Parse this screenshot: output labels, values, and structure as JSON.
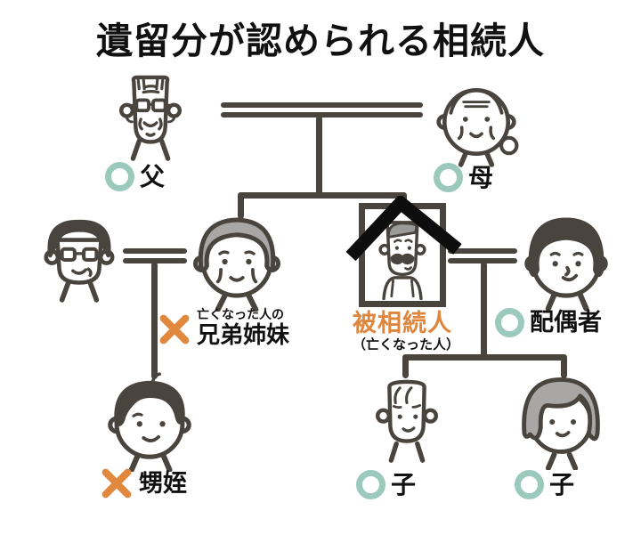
{
  "title": "遺留分が認められる相続人",
  "colors": {
    "outline": "#4a443e",
    "eligible_circle": "#9bcabc",
    "ineligible_x": "#e1883f",
    "deceased_label": "#e0863c",
    "hair_gray": "#a8a7a5",
    "mourning_ribbon": "#0d0d0d",
    "background": "#ffffff"
  },
  "people": {
    "father": {
      "label": "父",
      "marker": "circle-icon"
    },
    "mother": {
      "label": "母",
      "marker": "circle-icon"
    },
    "sibling_spouse": {
      "marker": "none"
    },
    "sibling": {
      "sublabel": "亡くなった人の",
      "label": "兄弟姉妹",
      "marker": "x-icon"
    },
    "deceased": {
      "label": "被相続人",
      "sublabel": "（亡くなった人）",
      "marker": "none"
    },
    "spouse": {
      "label": "配偶者",
      "marker": "circle-icon"
    },
    "nephew": {
      "label": "甥姪",
      "marker": "x-icon"
    },
    "child_left": {
      "label": "子",
      "marker": "circle-icon"
    },
    "child_right": {
      "label": "子",
      "marker": "circle-icon"
    }
  }
}
